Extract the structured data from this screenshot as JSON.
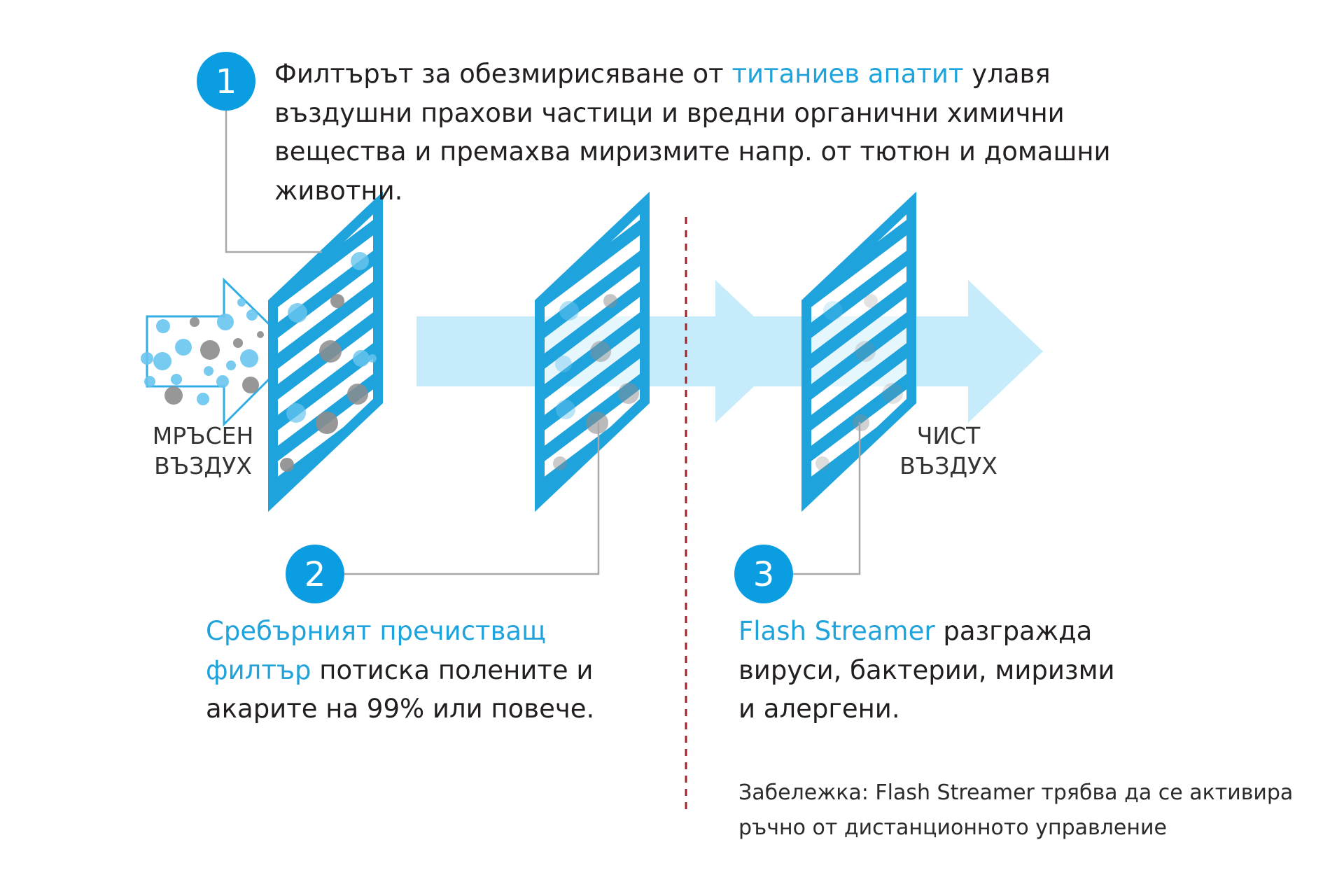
{
  "step1": {
    "number": "1",
    "text_before": "Филтърът за обезмирисяване от ",
    "highlight": "титаниев апатит",
    "text_after": " улавя въздушни прахови частици и вредни органични химични вещества и премахва миризмите напр. от тютюн и домашни животни."
  },
  "step2": {
    "number": "2",
    "highlight": "Сребърният пречистващ филтър",
    "text_after": " потиска полените и акарите на 99% или повече."
  },
  "step3": {
    "number": "3",
    "highlight": "Flash Streamer",
    "text_after": " разгражда вируси, бактерии, миризми и алергени."
  },
  "note": "Забележка: Flash Streamer трябва да се активира ръчно от дистанционното управление",
  "labels": {
    "dirty_air": "МРЪСЕН ВЪЗДУХ",
    "clean_air": "ЧИСТ ВЪЗДУХ"
  },
  "colors": {
    "accent_blue": "#1fa3dc",
    "badge_blue": "#0b9de2",
    "flow_light": "#c6ecfb",
    "particle_gray": "#8c8c8c",
    "particle_blue": "#68c4ee",
    "divider_red": "#a3232b",
    "connector_gray": "#a8a8a8"
  }
}
